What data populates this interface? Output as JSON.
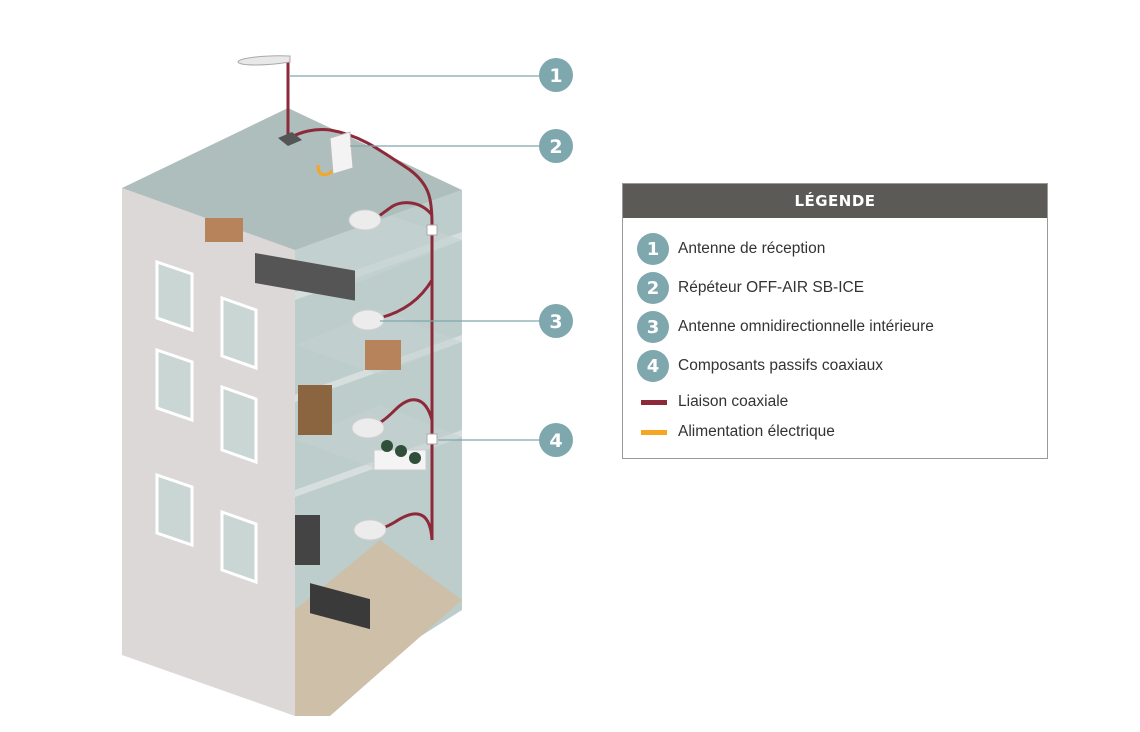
{
  "callouts": [
    {
      "num": "1"
    },
    {
      "num": "2"
    },
    {
      "num": "3"
    },
    {
      "num": "4"
    }
  ],
  "legend": {
    "title": "LÉGENDE",
    "items": [
      {
        "num": "1",
        "label": "Antenne de réception"
      },
      {
        "num": "2",
        "label": "Répéteur OFF-AIR SB-ICE"
      },
      {
        "num": "3",
        "label": "Antenne omnidirectionnelle intérieure"
      },
      {
        "num": "4",
        "label": "Composants passifs coaxiaux"
      }
    ],
    "lines": [
      {
        "label": "Liaison coaxiale",
        "color": "#8c2a3a"
      },
      {
        "label": "Alimentation électrique",
        "color": "#f5a623"
      }
    ]
  },
  "colors": {
    "callout": "#7ea7ae",
    "coax": "#8c2a3a",
    "power": "#f5a623"
  }
}
